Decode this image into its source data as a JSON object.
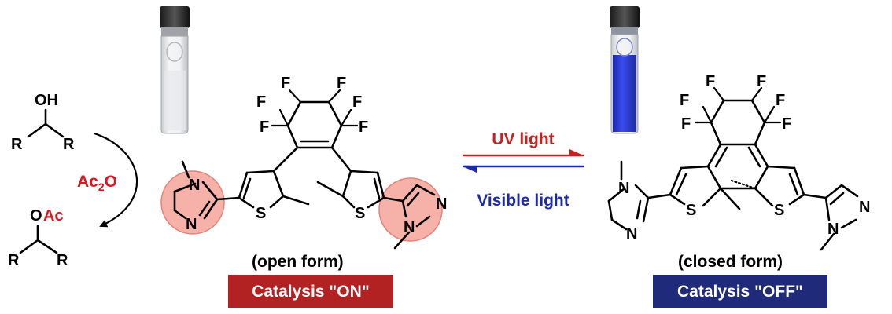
{
  "reaction": {
    "reactant_oh": "OH",
    "reactant_r1": "R",
    "reactant_r2": "R",
    "reagent_prefix": "Ac",
    "reagent_sub": "2",
    "reagent_suffix": "O",
    "product_o": "O",
    "product_ac": "Ac",
    "product_r1": "R",
    "product_r2": "R"
  },
  "open_form": {
    "label": "(open form)",
    "badge": "Catalysis \"ON\"",
    "badge_color": "#b22222",
    "highlight_color": "#f4a39a"
  },
  "closed_form": {
    "label": "(closed form)",
    "badge": "Catalysis \"OFF\"",
    "badge_color": "#1f2a7a"
  },
  "arrows": {
    "forward_label": "UV light",
    "forward_color": "#d01c1c",
    "reverse_label": "Visible light",
    "reverse_color": "#1c2aa8"
  },
  "atoms": {
    "fluorine": "F",
    "sulfur": "S",
    "nitrogen": "N"
  },
  "vials": {
    "open_solution_color": "#e6e8ea",
    "closed_solution_color": "#2b3ad6"
  }
}
